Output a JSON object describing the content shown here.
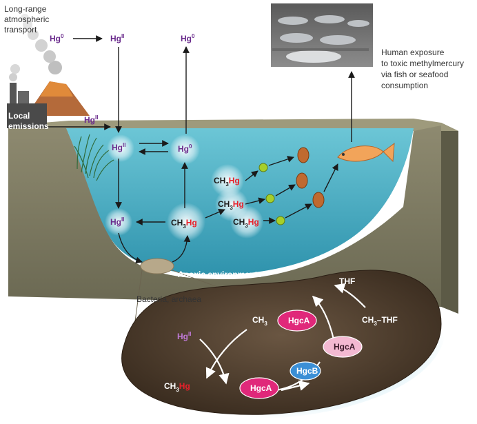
{
  "labels": {
    "long_range": [
      "Long-range",
      "atmospheric",
      "transport"
    ],
    "local_emissions": [
      "Local",
      "emissions"
    ],
    "human_exposure": [
      "Human exposure",
      "to toxic methylmercury",
      "via fish or seafood",
      "consumption"
    ],
    "anoxic": "Anoxic environments",
    "bacteria": "Bacteria, archaea"
  },
  "species": {
    "hg": "Hg",
    "ox0": "0",
    "oxII": "II",
    "ch": "CH",
    "three": "3"
  },
  "enzymes": {
    "hgca": "HgcA",
    "hgcb": "HgcB",
    "thf": "THF",
    "ch3_thf_prefix": "CH",
    "ch3_thf_suffix": "–THF"
  },
  "colors": {
    "mercury_purple": "#6a2b8c",
    "methyl_red": "#e8202a",
    "water": "#4fb3c8",
    "sediment": "#7e7b63",
    "bacterium": "#4b3a2a",
    "hgca_fill": "#e0287a",
    "hgca_light": "#f3b9d2",
    "hgcb_fill": "#3b8fd6"
  }
}
